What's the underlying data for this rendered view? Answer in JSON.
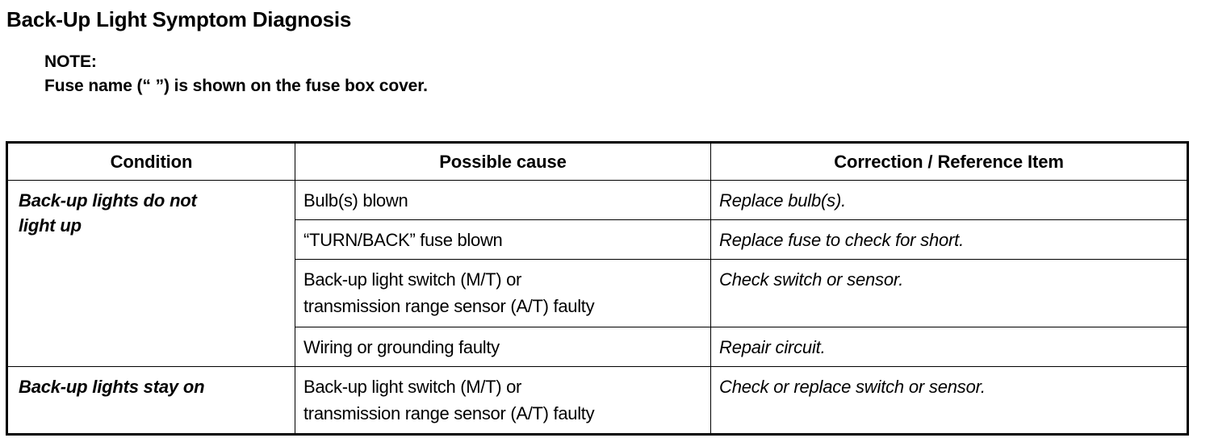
{
  "document": {
    "title": "Back-Up Light Symptom Diagnosis",
    "note": {
      "label": "NOTE:",
      "text": "Fuse name (“ ”) is shown on the fuse box cover."
    }
  },
  "table": {
    "headers": {
      "condition": "Condition",
      "possible_cause": "Possible cause",
      "correction": "Correction / Reference Item"
    },
    "groups": [
      {
        "condition_line1": "Back-up lights do not",
        "condition_line2": "light up",
        "rows": [
          {
            "cause_line1": "Bulb(s) blown",
            "cause_line2": "",
            "correction": "Replace bulb(s)."
          },
          {
            "cause_line1": "“TURN/BACK” fuse blown",
            "cause_line2": "",
            "correction": "Replace fuse to check for short."
          },
          {
            "cause_line1": "Back-up light switch (M/T) or",
            "cause_line2": "transmission range sensor (A/T) faulty",
            "correction": "Check switch or sensor."
          },
          {
            "cause_line1": "Wiring or grounding faulty",
            "cause_line2": "",
            "correction": "Repair circuit."
          }
        ]
      },
      {
        "condition_line1": "Back-up lights stay on",
        "condition_line2": "",
        "rows": [
          {
            "cause_line1": "Back-up light switch (M/T) or",
            "cause_line2": "transmission range sensor (A/T) faulty",
            "correction": "Check or replace switch or sensor."
          }
        ]
      }
    ]
  }
}
